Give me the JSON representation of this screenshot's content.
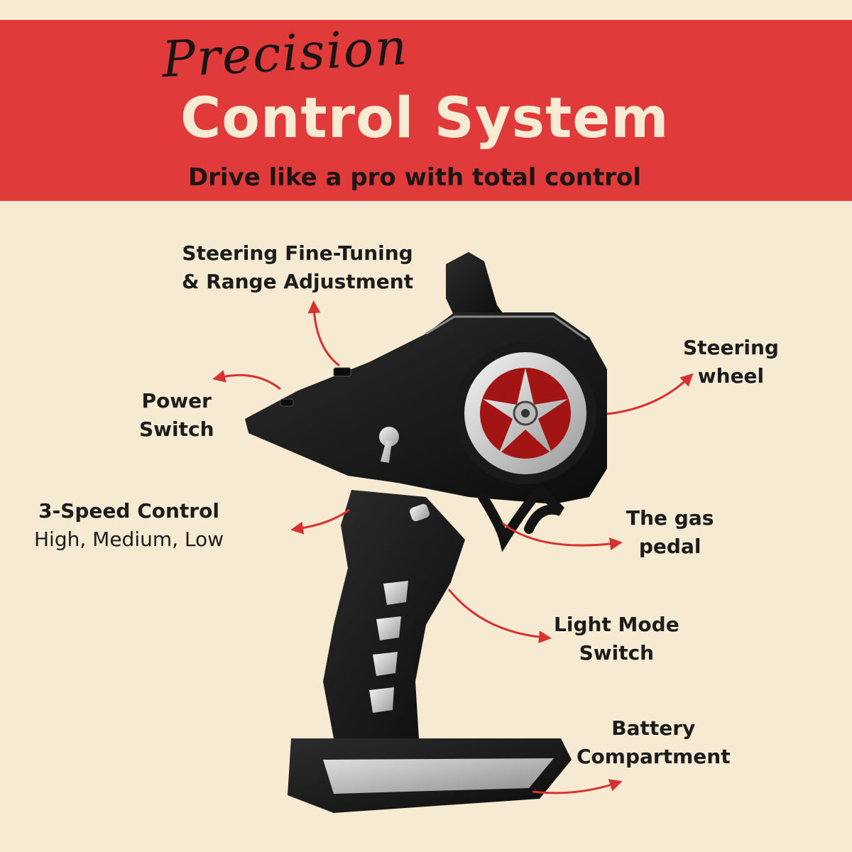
{
  "header": {
    "script_title": "Precision",
    "main_title": "Control System",
    "subtitle": "Drive like a pro with total control"
  },
  "callouts": {
    "steering_trim": {
      "line1": "Steering Fine-Tuning",
      "line2": "& Range Adjustment"
    },
    "power_switch": {
      "line1": "Power",
      "line2": "Switch"
    },
    "speed_control": {
      "line1": "3-Speed Control",
      "line2": "High, Medium, Low"
    },
    "steering_wheel": {
      "line1": "Steering",
      "line2": "wheel"
    },
    "gas_pedal": {
      "line1": "The gas",
      "line2": "pedal"
    },
    "light_mode": {
      "line1": "Light Mode",
      "line2": "Switch"
    },
    "battery": {
      "line1": "Battery",
      "line2": "Compartment"
    }
  },
  "colors": {
    "banner": "#e03a3a",
    "background": "#f6ead2",
    "title_cream": "#f7ecd3",
    "arrow_red": "#d93030",
    "controller_black": "#141414"
  }
}
